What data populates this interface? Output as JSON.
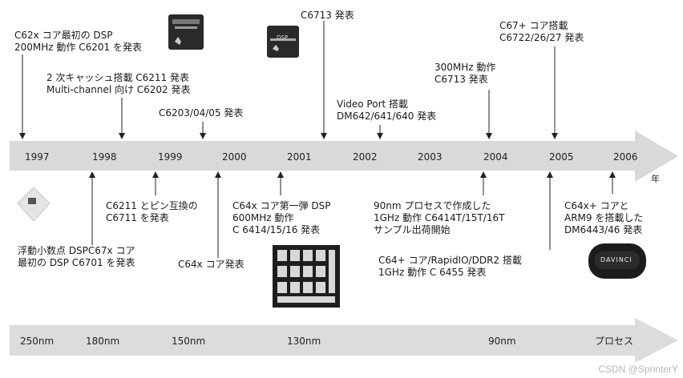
{
  "years": [
    "1997",
    "1998",
    "1999",
    "2000",
    "2001",
    "2002",
    "2003",
    "2004",
    "2005",
    "2006"
  ],
  "year_axis_suffix": "年",
  "process_nodes": [
    "250nm",
    "180nm",
    "150nm",
    "130nm",
    "90nm",
    "プロセス"
  ],
  "events_above": [
    {
      "lines": [
        "C62x コア最初の DSP",
        "200MHz 動作 C6201 を発表"
      ]
    },
    {
      "lines": [
        "2 次キャッシュ搭載 C6211 発表",
        "Multi-channel 向け C6202 発表"
      ]
    },
    {
      "lines": [
        "C6203/04/05 発表"
      ]
    },
    {
      "lines": [
        "C6713 発表"
      ]
    },
    {
      "lines": [
        "Video Port 搭載",
        "DM642/641/640 発表"
      ]
    },
    {
      "lines": [
        "300MHz 動作",
        "C6713 発表"
      ]
    },
    {
      "lines": [
        "C67+ コア搭載",
        "C6722/26/27 発表"
      ]
    }
  ],
  "events_below": [
    {
      "lines": [
        "浮動小数点 DSPC67x コア",
        "最初の DSP C6701 を発表"
      ]
    },
    {
      "lines": [
        "C6211 とピン互換の",
        "C6711 を発表"
      ]
    },
    {
      "lines": [
        "C64x コア発表"
      ]
    },
    {
      "lines": [
        "C64x コア第一弾 DSP",
        "600MHz 動作",
        "C 6414/15/16 発表"
      ]
    },
    {
      "lines": [
        "90nm プロセスで作成した",
        "1GHz 動作 C6414T/15T/16T",
        "サンプル出荷開始"
      ]
    },
    {
      "lines": [
        "C64+ コア/RapidIO/DDR2 搭載",
        "1GHz 動作 C 6455 発表"
      ]
    },
    {
      "lines": [
        "C64x+ コアと",
        "ARM9 を搭載した",
        "DM6443/46 発表"
      ]
    }
  ],
  "chip_labels": {
    "chip2": "DSP",
    "davinci": "DAVINCI"
  },
  "watermark": "CSDN @SprinterY",
  "colors": {
    "arrow": "#d9d9d9",
    "line": "#222222",
    "text": "#1a1a1a"
  }
}
